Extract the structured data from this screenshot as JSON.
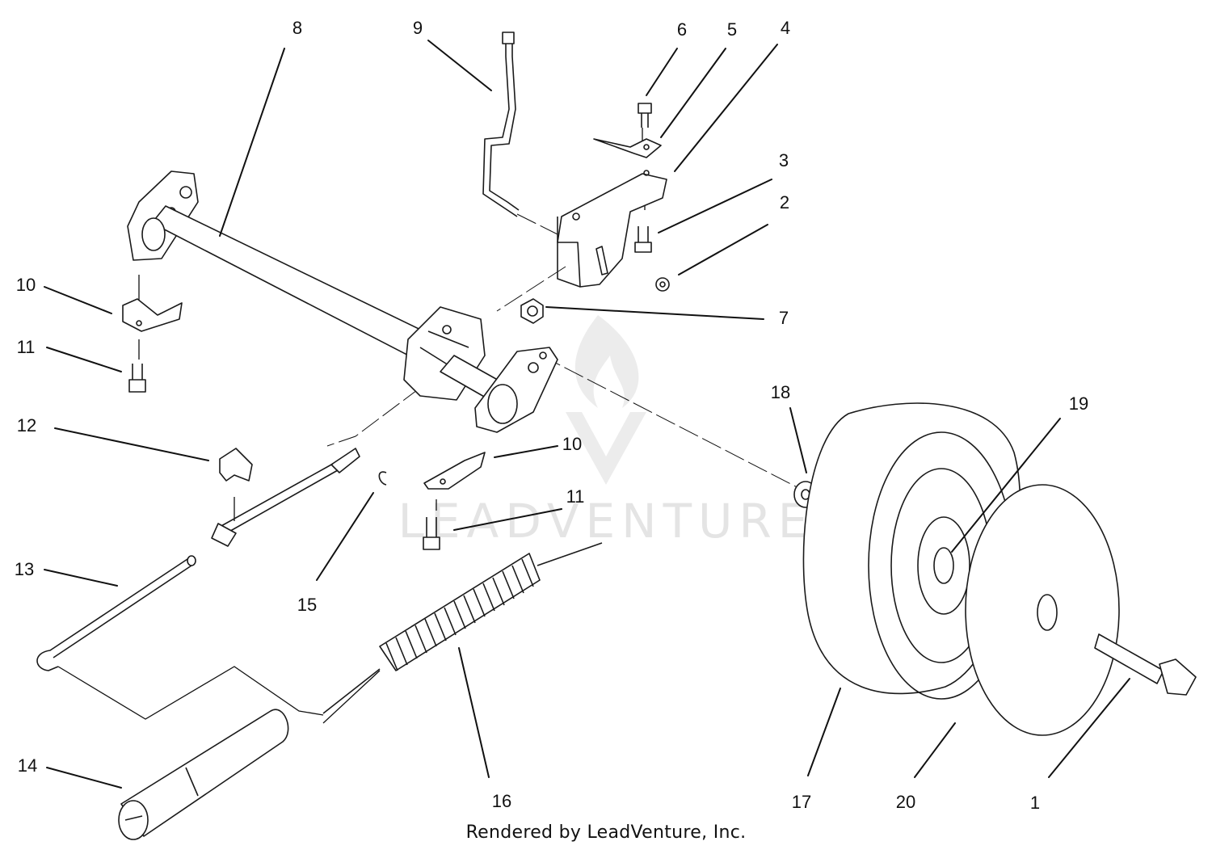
{
  "watermark": {
    "text": "LEADVENTURE"
  },
  "footer": {
    "text": "Rendered by LeadVenture, Inc."
  },
  "callouts": [
    {
      "id": "c8",
      "label": "8"
    },
    {
      "id": "c9",
      "label": "9"
    },
    {
      "id": "c6",
      "label": "6"
    },
    {
      "id": "c5",
      "label": "5"
    },
    {
      "id": "c4",
      "label": "4"
    },
    {
      "id": "c3",
      "label": "3"
    },
    {
      "id": "c2",
      "label": "2"
    },
    {
      "id": "c7",
      "label": "7"
    },
    {
      "id": "c10a",
      "label": "10"
    },
    {
      "id": "c11a",
      "label": "11"
    },
    {
      "id": "c12",
      "label": "12"
    },
    {
      "id": "c10b",
      "label": "10"
    },
    {
      "id": "c11b",
      "label": "11"
    },
    {
      "id": "c13",
      "label": "13"
    },
    {
      "id": "c15",
      "label": "15"
    },
    {
      "id": "c14",
      "label": "14"
    },
    {
      "id": "c16",
      "label": "16"
    },
    {
      "id": "c18",
      "label": "18"
    },
    {
      "id": "c19",
      "label": "19"
    },
    {
      "id": "c17",
      "label": "17"
    },
    {
      "id": "c20",
      "label": "20"
    },
    {
      "id": "c1",
      "label": "1"
    }
  ]
}
